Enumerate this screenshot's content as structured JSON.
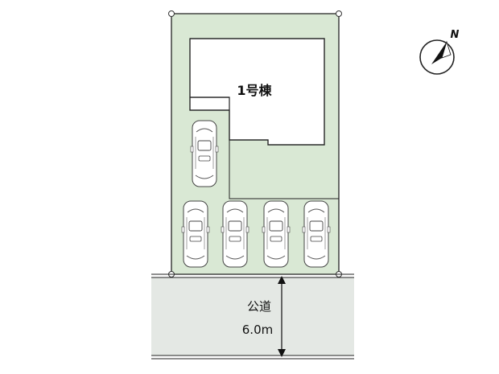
{
  "building": {
    "label": "1号棟"
  },
  "road": {
    "name": "公道",
    "width": "6.0m"
  },
  "compass": {
    "north_label": "N"
  },
  "parking": {
    "spaces": 5
  },
  "colors": {
    "lot": "#d9e8d4",
    "road": "#e4e8e4",
    "building": "#ffffff",
    "line": "#222222"
  }
}
